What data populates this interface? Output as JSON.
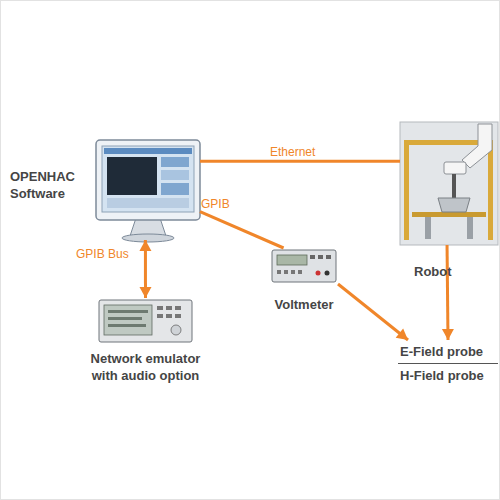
{
  "diagram": {
    "nodes": [
      {
        "text": [
          "OPENHAC Software"
        ]
      },
      {
        "text": [
          "Robot"
        ]
      },
      {
        "text": [
          "Voltmeter"
        ]
      },
      {
        "text": [
          "Network emulator with audio option"
        ]
      },
      {
        "text": [
          "E-Field probe",
          "H-Field probe"
        ]
      }
    ],
    "edges": [
      {
        "from": 0,
        "to": 1,
        "label": "Ethernet",
        "arrow": "none"
      },
      {
        "from": 0,
        "to": 2,
        "label": "GPIB",
        "arrow": "none"
      },
      {
        "from": 0,
        "to": 3,
        "label": "GPIB Bus",
        "arrow": "both"
      },
      {
        "from": 2,
        "to": 4,
        "arrow": "to"
      },
      {
        "from": 1,
        "to": 4,
        "arrow": "to"
      }
    ]
  }
}
